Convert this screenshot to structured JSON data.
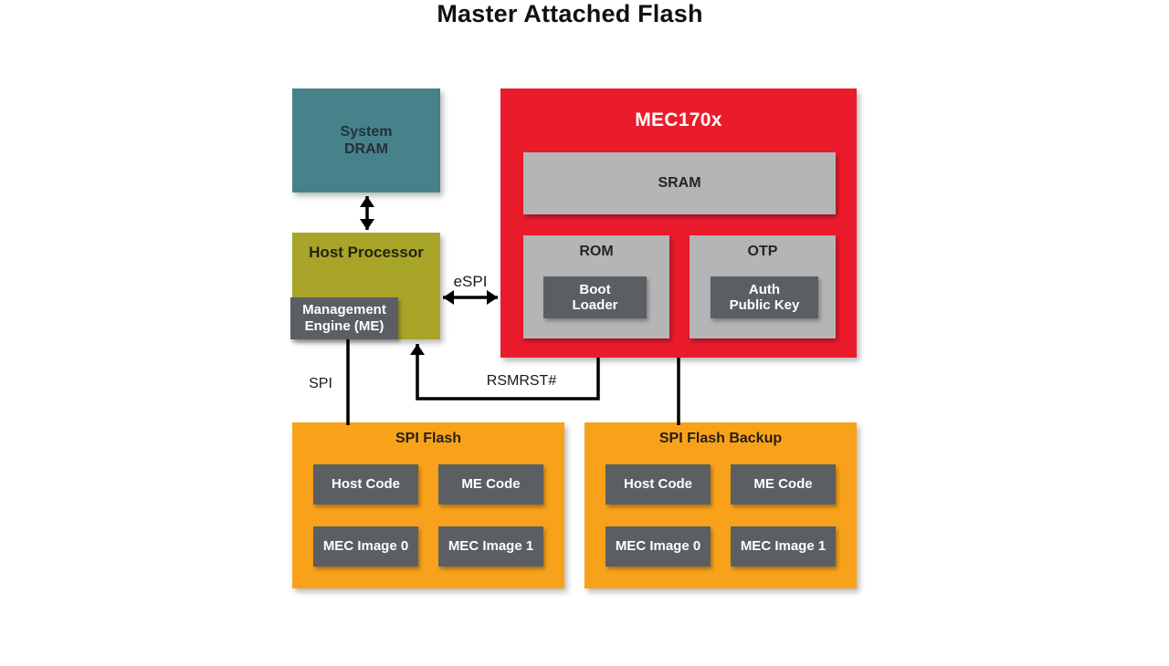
{
  "title": "Master Attached Flash",
  "system_dram": {
    "label": "System\nDRAM"
  },
  "host_processor": {
    "label": "Host Processor",
    "management_engine": "Management\nEngine (ME)"
  },
  "mec170x": {
    "label": "MEC170x",
    "sram": "SRAM",
    "rom": {
      "label": "ROM",
      "boot_loader": "Boot\nLoader"
    },
    "otp": {
      "label": "OTP",
      "auth_public_key": "Auth\nPublic Key"
    }
  },
  "spi_flash": {
    "label": "SPI Flash",
    "cells": [
      "Host Code",
      "ME Code",
      "MEC Image 0",
      "MEC Image 1"
    ]
  },
  "spi_flash_backup": {
    "label": "SPI Flash Backup",
    "cells": [
      "Host Code",
      "ME Code",
      "MEC Image 0",
      "MEC Image 1"
    ]
  },
  "wires": {
    "espi": "eSPI",
    "spi": "SPI",
    "rsmrst": "RSMRST#"
  },
  "colors": {
    "teal": "#47828a",
    "olive": "#a7a428",
    "red": "#ea1c2c",
    "orange": "#f8a21c",
    "dark_gray": "#5b5f61",
    "light_gray": "#b4b5b6",
    "wire": "#000000"
  }
}
